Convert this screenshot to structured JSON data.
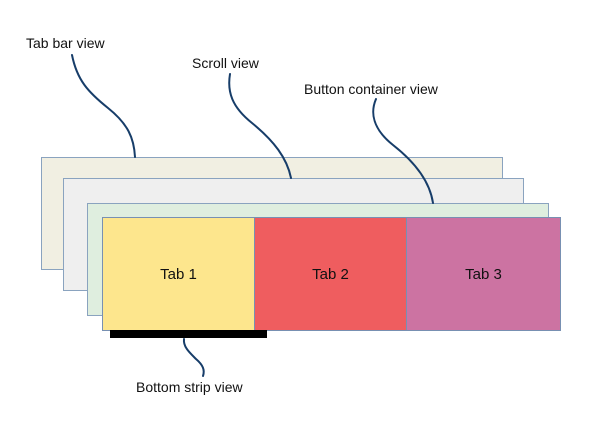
{
  "diagram": {
    "layers": {
      "tab_bar": {
        "fill": "#f1efe2"
      },
      "scroll": {
        "fill": "#efefef"
      },
      "button_container": {
        "fill": "#dfeedf"
      }
    },
    "tabs": [
      {
        "label": "Tab 1",
        "color": "#fde68d"
      },
      {
        "label": "Tab 2",
        "color": "#ef5d5f"
      },
      {
        "label": "Tab 3",
        "color": "#cc73a2"
      }
    ],
    "bottom_strip": {
      "color": "#000000"
    },
    "labels": {
      "tab_bar_view": "Tab bar view",
      "scroll_view": "Scroll view",
      "button_container_view": "Button container view",
      "bottom_strip_view": "Bottom strip view"
    },
    "connector_color": "#173d69",
    "border_color": "#8aa3bf"
  }
}
